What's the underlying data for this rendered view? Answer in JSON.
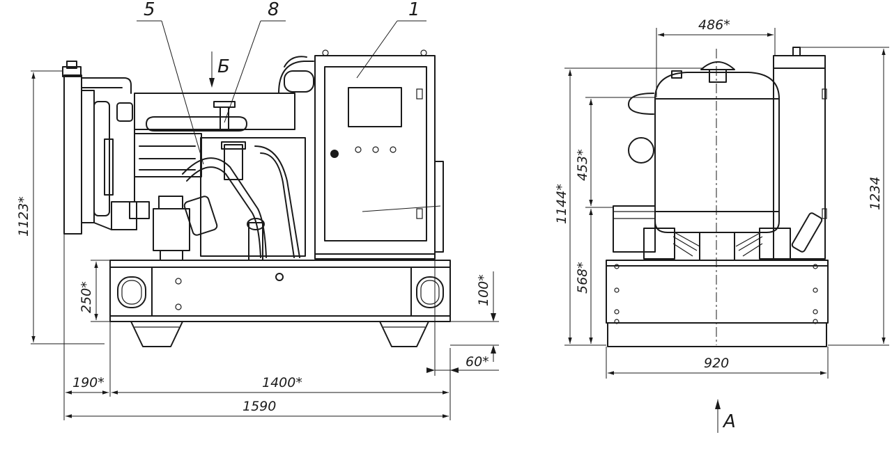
{
  "callouts": {
    "c5": "5",
    "c8": "8",
    "c1": "1"
  },
  "views": {
    "top_view_marker": "Б",
    "front_view_marker": "А"
  },
  "dimensions": {
    "overall_height_side": "1123*",
    "frame_height": "250*",
    "skid_height": "100*",
    "skid_offset": "60*",
    "radiator_overhang": "190*",
    "frame_length": "1400*",
    "overall_length": "1590",
    "engine_width": "486*",
    "overall_height_front": "1144*",
    "upper_height": "453*",
    "lower_height": "568*",
    "cabinet_height": "1234",
    "overall_width": "920"
  }
}
